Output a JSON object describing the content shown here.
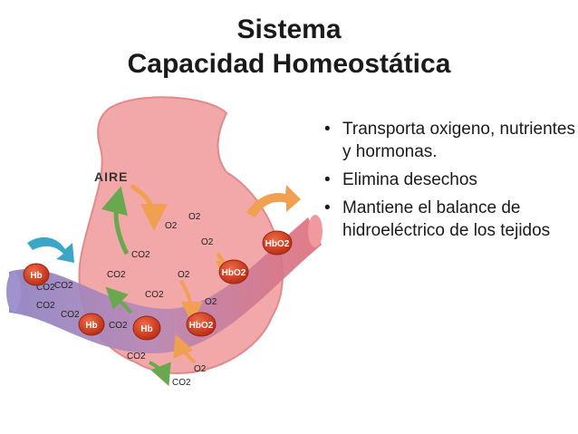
{
  "slide": {
    "title_line1": "Sistema",
    "title_line2": "Capacidad Homeostática",
    "bullets": [
      "Transporta oxigeno, nutrientes y hormonas.",
      "Elimina desechos",
      "Mantiene el balance de hidroeléctrico de los tejidos"
    ]
  },
  "illustration": {
    "air_label": "AIRE",
    "cells": [
      {
        "label": "Hb"
      },
      {
        "label": "Hb"
      },
      {
        "label": "Hb"
      },
      {
        "label": "HbO2"
      },
      {
        "label": "HbO2"
      },
      {
        "label": "HbO2"
      }
    ],
    "gas_labels": [
      "CO2",
      "CO2",
      "CO2",
      "CO2",
      "CO2",
      "CO2",
      "CO2",
      "CO2",
      "CO2",
      "CO2",
      "O2",
      "O2",
      "O2",
      "O2",
      "O2",
      "O2"
    ],
    "colors": {
      "alveolus": "#f2a7a8",
      "vessel_blue": "#8c7fc0",
      "vessel_red": "#e0707a",
      "cell": "#d9391e",
      "arrow_green": "#6aa84f",
      "arrow_orange": "#f0a050",
      "arrow_blue": "#3aa7c8"
    }
  }
}
